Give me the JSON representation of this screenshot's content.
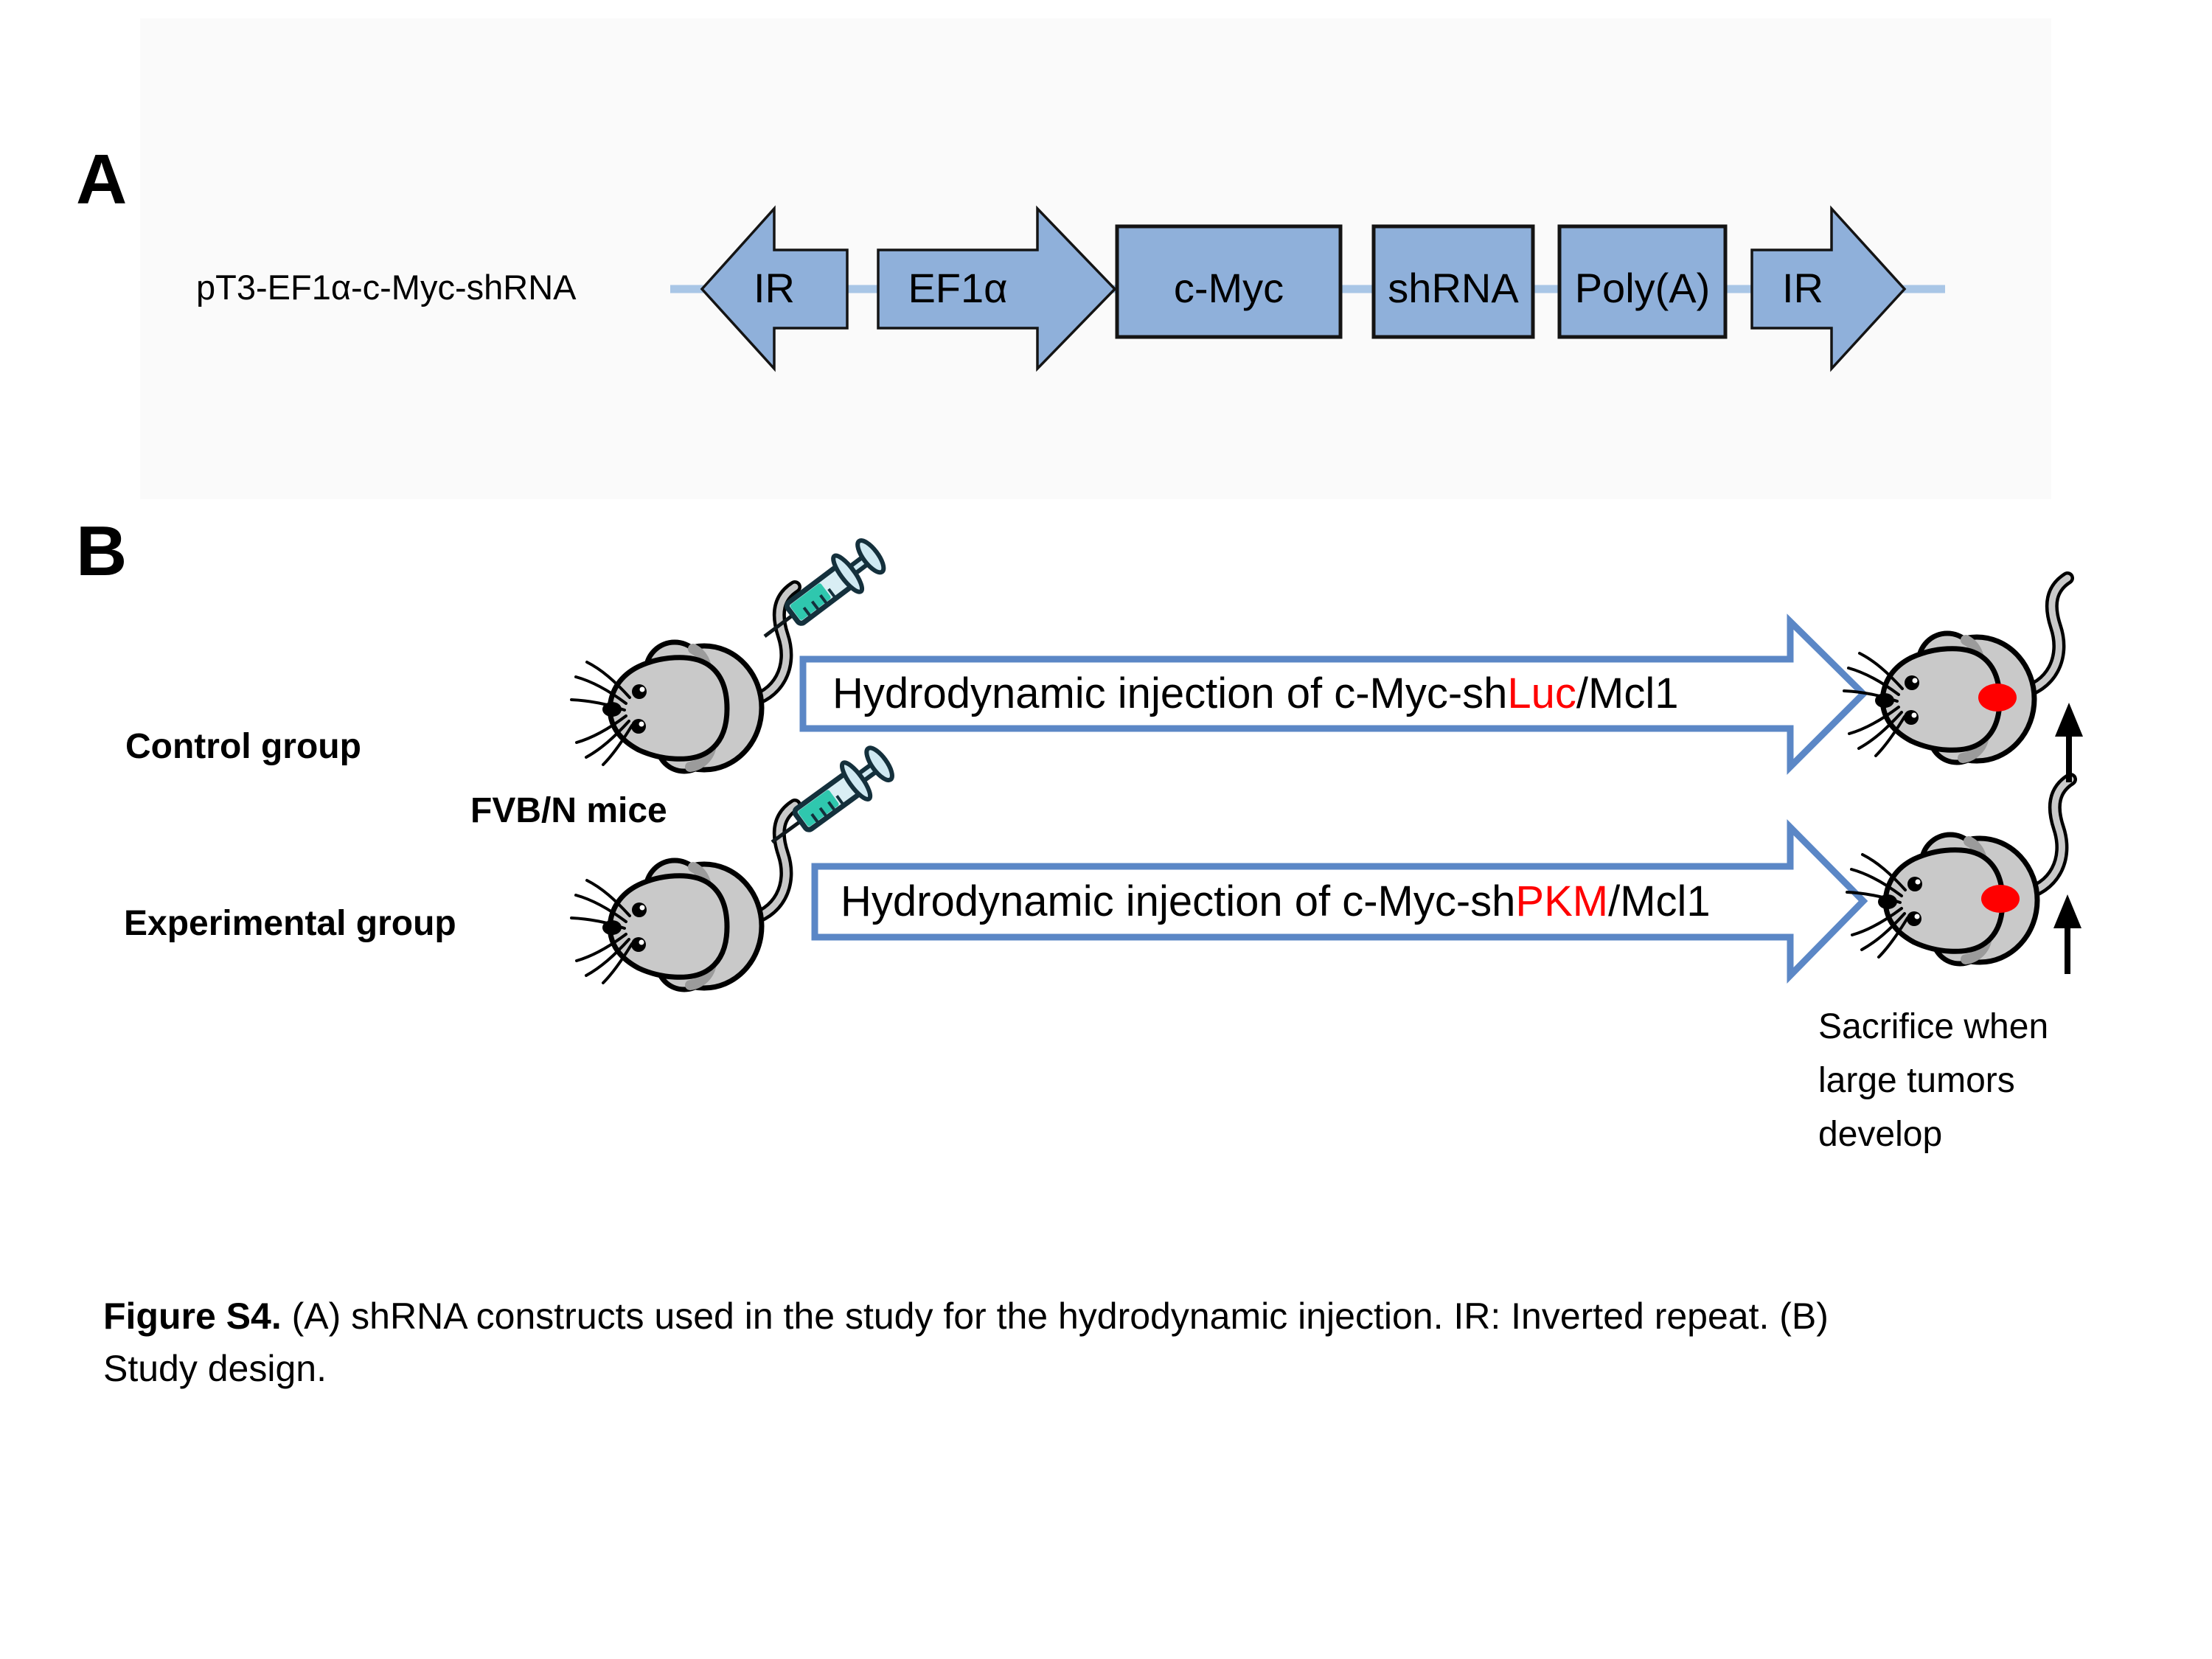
{
  "figure": {
    "panel_a": {
      "label": "A",
      "construct_name": "pT3-EF1α-c-Myc-shRNA",
      "elements": [
        {
          "shape": "arrow-left",
          "label": "IR"
        },
        {
          "shape": "arrow-right",
          "label": "EF1α"
        },
        {
          "shape": "box",
          "label": "c-Myc"
        },
        {
          "shape": "box",
          "label": "shRNA"
        },
        {
          "shape": "box",
          "label": "Poly(A)"
        },
        {
          "shape": "arrow-right",
          "label": "IR"
        }
      ],
      "colors": {
        "element_fill": "#8fb0da",
        "element_outline": "#141414",
        "backbone_line": "#a9c6e6",
        "panel_background": "#fafafa"
      }
    },
    "panel_b": {
      "label": "B",
      "control_group_label": "Control group",
      "experimental_group_label": "Experimental group",
      "mice_strain_label": "FVB/N mice",
      "control_arrow": {
        "prefix": "Hydrodynamic injection of c-Myc-sh",
        "highlight": "Luc",
        "suffix": "/Mcl1"
      },
      "experimental_arrow": {
        "prefix": "Hydrodynamic injection of c-Myc-sh",
        "highlight": "PKM",
        "suffix": "/Mcl1"
      },
      "sacrifice_note_lines": [
        "Sacrifice when",
        "large tumors",
        "develop"
      ],
      "colors": {
        "flow_arrow_border": "#5b87c6",
        "flow_arrow_fill": "#ffffff",
        "highlight_text": "#ff0000",
        "tumor_fill": "#ff0000",
        "mouse_body": "#c9c9c9",
        "mouse_shade": "#9b9b9b",
        "syringe_liquid": "#2fc7ae",
        "syringe_body": "#d9eef4"
      }
    },
    "caption": {
      "bold_prefix": "Figure S4.",
      "line1_rest": " (A) shRNA constructs used in the study for the hydrodynamic injection. IR: Inverted repeat. (B)",
      "line2": "Study design."
    }
  }
}
